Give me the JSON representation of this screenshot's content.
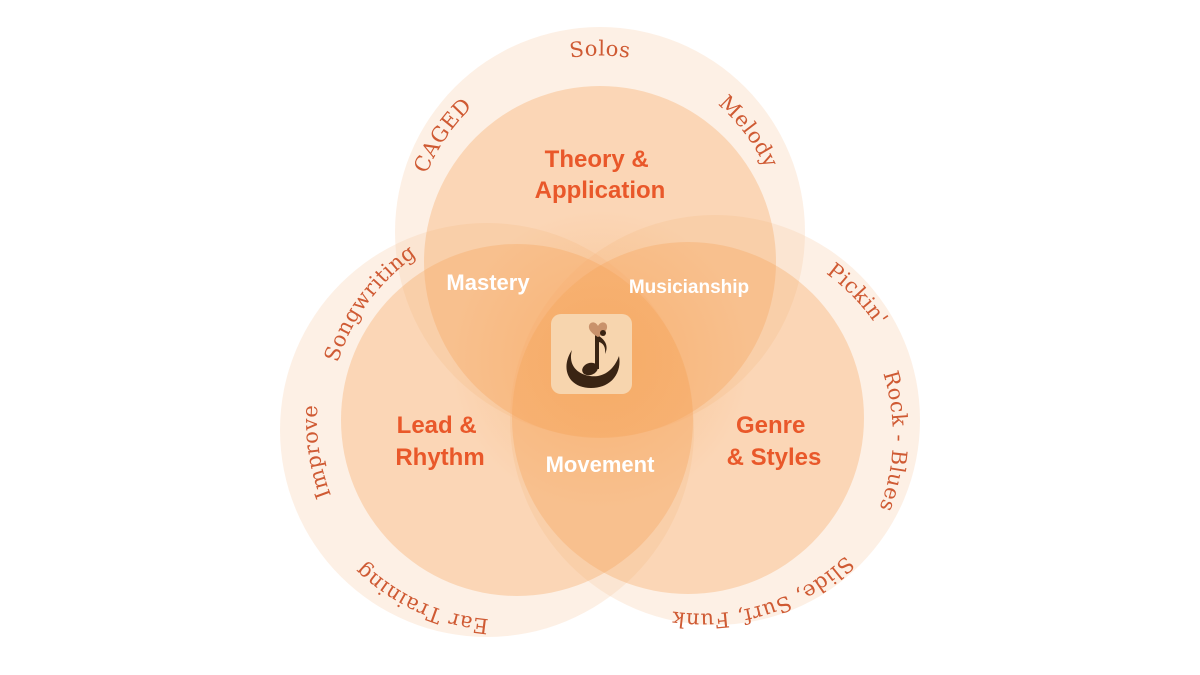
{
  "colors": {
    "accent_text": "#E9582A",
    "orbit_text": "#CF5A33",
    "overlap_text": "#FFFFFF",
    "circle_fill": "#F6A35A",
    "logo_bg": "#F7D5AE",
    "logo_mark": "#3A2413",
    "logo_heart": "#C9926B"
  },
  "logo": {
    "icon": "music-note-heart-icon"
  },
  "cores": {
    "top": {
      "line1": "Theory &",
      "line2": "Application"
    },
    "left": {
      "line1": "Lead &",
      "line2": "Rhythm"
    },
    "right": {
      "line1": "Genre",
      "line2": "& Styles"
    }
  },
  "overlaps": {
    "top_left": "Mastery",
    "top_right": "Musicianship",
    "bottom": "Movement"
  },
  "orbits": {
    "top": [
      "CAGED",
      "Solos",
      "Melody"
    ],
    "left": [
      "Songwriting",
      "Improve",
      "Ear Training"
    ],
    "right": [
      "Pickin'",
      "Rock - Blues",
      "Slide, Surf, Funk"
    ]
  }
}
